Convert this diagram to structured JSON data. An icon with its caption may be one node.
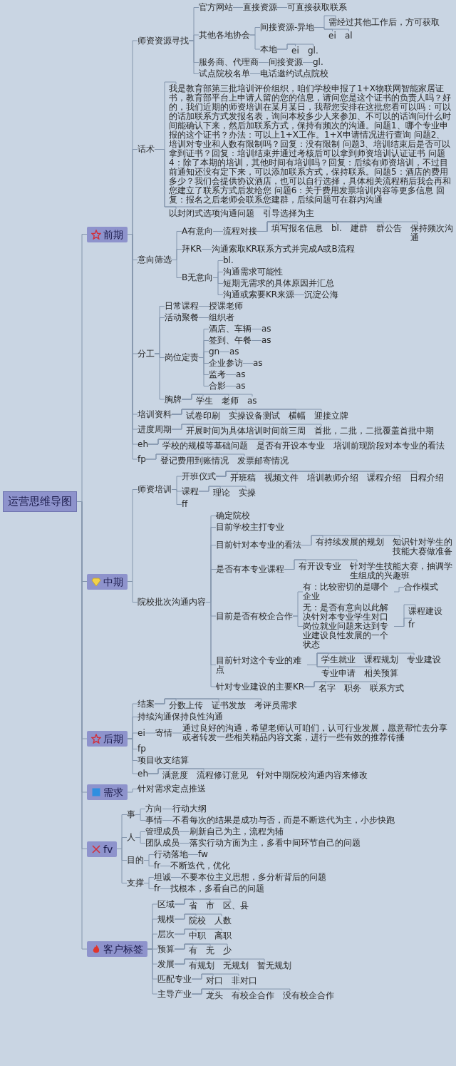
{
  "diagram": {
    "nodes": [
      {
        "text": [
          "运营思维导图"
        ]
      },
      {
        "text": [
          "前期"
        ]
      },
      {
        "text": [
          "师资资源寻找"
        ]
      },
      {
        "text": [
          "官方网站"
        ]
      },
      {
        "text": [
          "直接资源"
        ]
      },
      {
        "text": [
          "可直接获取联系"
        ]
      },
      {
        "text": [
          "其他各地协会"
        ]
      },
      {
        "text": [
          "间接资源-异地"
        ]
      },
      {
        "text": [
          "需经过其他工作后，方可获取"
        ]
      },
      {
        "text": [
          "ei"
        ]
      },
      {
        "text": [
          "al"
        ]
      },
      {
        "text": [
          "本地"
        ]
      },
      {
        "text": [
          "ei"
        ]
      },
      {
        "text": [
          "gl."
        ]
      },
      {
        "text": [
          "服务商、代理商"
        ]
      },
      {
        "text": [
          "间接资源"
        ]
      },
      {
        "text": [
          "gl."
        ]
      },
      {
        "text": [
          "试点院校名单"
        ]
      },
      {
        "text": [
          "电话邀约试点院校"
        ]
      },
      {
        "text": [
          "话术"
        ]
      },
      {
        "text": [
          "我是教育部第三批培训评价组织，咱们学校申报了1+X物联网智能家居证书，教育部平台上申请人留的您的信息，请问您是这个证书的负责人吗？好的，我们近期的师资培训在某月某日，我帮您安排在这批您看可以吗：可以的话加联系方式发报名表，询问本校多少人来参加、不可以的话询问什么时间能确认下来，然后加联系方式，保持有频次的沟通。问题1、哪个专业申报的这个证书？办法：可以上1+X工作。1+X申请情况进行查询 问题2、培训对专业和人数有限制吗？回复：没有限制 问题3、培训结束后是否可以拿到证书？回复：培训结束并通过考核后可以拿到师资培训认证证书 问题4：除了本期的培训，其他时间有培训吗？回复：后续有师资培训，不过目前通知还没有定下来，可以添加联系方式，保持联系。问题5：酒店的费用多少？我们会提供协议酒店，也可以自行选择，具体相关流程稍后我会再和您建立了联系方式后发给您 问题6：关于费用发票培训内容等更多信息 回复：报名之后老师会联系您建群，后续问题可在群内沟通"
        ]
      },
      {
        "text": [
          "以封闭式选项沟通问题"
        ]
      },
      {
        "text": [
          "引导选择为主"
        ]
      },
      {
        "text": [
          "意向筛选"
        ]
      },
      {
        "text": [
          "A有意向"
        ]
      },
      {
        "text": [
          "流程对接"
        ]
      },
      {
        "text": [
          "填写报名信息"
        ]
      },
      {
        "text": [
          "bl."
        ]
      },
      {
        "text": [
          "建群"
        ]
      },
      {
        "text": [
          "群公告"
        ]
      },
      {
        "text": [
          "保持频次沟通"
        ]
      },
      {
        "text": [
          "拜KR"
        ]
      },
      {
        "text": [
          "沟通索取KR联系方式并完成A或B流程"
        ]
      },
      {
        "text": [
          "B无意向"
        ]
      },
      {
        "text": [
          "bl."
        ]
      },
      {
        "text": [
          "沟通需求可能性"
        ]
      },
      {
        "text": [
          "短期无需求的具体原因并汇总"
        ]
      },
      {
        "text": [
          "沟通或索要KR来源"
        ]
      },
      {
        "text": [
          "沉淀公海"
        ]
      },
      {
        "text": [
          "分工"
        ]
      },
      {
        "text": [
          "日常课程"
        ]
      },
      {
        "text": [
          "授课老师"
        ]
      },
      {
        "text": [
          "活动聚餐"
        ]
      },
      {
        "text": [
          "组织者"
        ]
      },
      {
        "text": [
          "岗位定责"
        ]
      },
      {
        "text": [
          "酒店、车辆"
        ]
      },
      {
        "text": [
          "as"
        ]
      },
      {
        "text": [
          "签到、午餐"
        ]
      },
      {
        "text": [
          "as"
        ]
      },
      {
        "text": [
          "gn"
        ]
      },
      {
        "text": [
          "as"
        ]
      },
      {
        "text": [
          "企业参访"
        ]
      },
      {
        "text": [
          "as"
        ]
      },
      {
        "text": [
          "监考"
        ]
      },
      {
        "text": [
          "as"
        ]
      },
      {
        "text": [
          "合影"
        ]
      },
      {
        "text": [
          "as"
        ]
      },
      {
        "text": [
          "胸牌"
        ]
      },
      {
        "text": [
          "学生"
        ]
      },
      {
        "text": [
          "老师"
        ]
      },
      {
        "text": [
          "as"
        ]
      },
      {
        "text": [
          "培训资料"
        ]
      },
      {
        "text": [
          "试卷印刷"
        ]
      },
      {
        "text": [
          "实操设备测试"
        ]
      },
      {
        "text": [
          "横幅"
        ]
      },
      {
        "text": [
          "迎接立牌"
        ]
      },
      {
        "text": [
          "进度周期"
        ]
      },
      {
        "text": [
          "开展时间为具体培训时间前三周"
        ]
      },
      {
        "text": [
          "首批，二批，二批覆盖首批中期"
        ]
      },
      {
        "text": [
          "eh"
        ]
      },
      {
        "text": [
          "学校的规模等基础问题"
        ]
      },
      {
        "text": [
          "是否有开设本专业"
        ]
      },
      {
        "text": [
          "培训前现阶段对本专业的看法"
        ]
      },
      {
        "text": [
          "fp"
        ]
      },
      {
        "text": [
          "登记费用到账情况"
        ]
      },
      {
        "text": [
          "发票邮寄情况"
        ]
      },
      {
        "text": [
          "中期"
        ]
      },
      {
        "text": [
          "师资培训"
        ]
      },
      {
        "text": [
          "开班仪式"
        ]
      },
      {
        "text": [
          "开班稿"
        ]
      },
      {
        "text": [
          "视频文件"
        ]
      },
      {
        "text": [
          "培训教师介绍"
        ]
      },
      {
        "text": [
          "课程介绍"
        ]
      },
      {
        "text": [
          "日程介绍"
        ]
      },
      {
        "text": [
          "课程"
        ]
      },
      {
        "text": [
          "理论"
        ]
      },
      {
        "text": [
          "实操"
        ]
      },
      {
        "text": [
          "ff"
        ]
      },
      {
        "text": [
          "院校批次沟通内容"
        ]
      },
      {
        "text": [
          "确定院校"
        ]
      },
      {
        "text": [
          "目前学校主打专业"
        ]
      },
      {
        "text": [
          "目前针对本专业的看法"
        ]
      },
      {
        "text": [
          "有持续发展的规划"
        ]
      },
      {
        "text": [
          "知识针对学生的技能大赛做准备"
        ]
      },
      {
        "text": [
          "是否有本专业课程"
        ]
      },
      {
        "text": [
          "有开设专业"
        ]
      },
      {
        "text": [
          "针对学生技能大赛，抽调学生组成的兴趣班"
        ]
      },
      {
        "text": [
          "目前是否有校企合作"
        ]
      },
      {
        "text": [
          "有：比较密切的是哪个企业"
        ]
      },
      {
        "text": [
          "合作模式"
        ]
      },
      {
        "text": [
          "无：是否有意向以此解决针对本专业学生对口岗位就业问题来达到专业建设良性发展的一个状态"
        ]
      },
      {
        "text": [
          "课程建设"
        ]
      },
      {
        "text": [
          "fr"
        ]
      },
      {
        "text": [
          "目前针对这个专业的难点"
        ]
      },
      {
        "text": [
          "学生就业"
        ]
      },
      {
        "text": [
          "课程规划"
        ]
      },
      {
        "text": [
          "专业建设"
        ]
      },
      {
        "text": [
          "专业申请"
        ]
      },
      {
        "text": [
          "相关预算"
        ]
      },
      {
        "text": [
          "针对专业建设的主要KR"
        ]
      },
      {
        "text": [
          "名字"
        ]
      },
      {
        "text": [
          "职务"
        ]
      },
      {
        "text": [
          "联系方式"
        ]
      },
      {
        "text": [
          "后期"
        ]
      },
      {
        "text": [
          "结案"
        ]
      },
      {
        "text": [
          "分数上传"
        ]
      },
      {
        "text": [
          "证书发放"
        ]
      },
      {
        "text": [
          "考评员需求"
        ]
      },
      {
        "text": [
          "持续沟通保持良性沟通"
        ]
      },
      {
        "text": [
          "ei"
        ]
      },
      {
        "text": [
          "寄情"
        ]
      },
      {
        "text": [
          "通过良好的沟通，希望老师认可咱们，认可行业发展，愿意帮忙去分享或者转发一些相关精品内容文案，进行一些有效的推荐传播"
        ]
      },
      {
        "text": [
          "fp"
        ]
      },
      {
        "text": [
          "项目收支结算"
        ]
      },
      {
        "text": [
          "eh"
        ]
      },
      {
        "text": [
          "满意度"
        ]
      },
      {
        "text": [
          "流程修订意见"
        ]
      },
      {
        "text": [
          "针对中期院校沟通内容来修改"
        ]
      },
      {
        "text": [
          "需求"
        ]
      },
      {
        "text": [
          "针对需求定点推送"
        ]
      },
      {
        "text": [
          "fv"
        ]
      },
      {
        "text": [
          "事"
        ]
      },
      {
        "text": [
          "方向"
        ]
      },
      {
        "text": [
          "行动大纲"
        ]
      },
      {
        "text": [
          "事情"
        ]
      },
      {
        "text": [
          "不看每次的结果是成功与否，而是不断迭代为主，小步快跑"
        ]
      },
      {
        "text": [
          "人"
        ]
      },
      {
        "text": [
          "管理成员"
        ]
      },
      {
        "text": [
          "刷新自己为主，流程为辅"
        ]
      },
      {
        "text": [
          "团队成员"
        ]
      },
      {
        "text": [
          "落实行动方面为主，多看中间环节自己的问题"
        ]
      },
      {
        "text": [
          "目的"
        ]
      },
      {
        "text": [
          "行动落地"
        ]
      },
      {
        "text": [
          "fw"
        ]
      },
      {
        "text": [
          "fr"
        ]
      },
      {
        "text": [
          "不断迭代，优化"
        ]
      },
      {
        "text": [
          "支撑"
        ]
      },
      {
        "text": [
          "坦诚"
        ]
      },
      {
        "text": [
          "不要本位主义思想，多分析背后的问题"
        ]
      },
      {
        "text": [
          "fr"
        ]
      },
      {
        "text": [
          "找根本，多看自己的问题"
        ]
      },
      {
        "text": [
          "客户标签"
        ]
      },
      {
        "text": [
          "区域"
        ]
      },
      {
        "text": [
          "省"
        ]
      },
      {
        "text": [
          "市"
        ]
      },
      {
        "text": [
          "区、县"
        ]
      },
      {
        "text": [
          "规模"
        ]
      },
      {
        "text": [
          "院校"
        ]
      },
      {
        "text": [
          "人数"
        ]
      },
      {
        "text": [
          "层次"
        ]
      },
      {
        "text": [
          "中职"
        ]
      },
      {
        "text": [
          "高职"
        ]
      },
      {
        "text": [
          "预算"
        ]
      },
      {
        "text": [
          "有"
        ]
      },
      {
        "text": [
          "无"
        ]
      },
      {
        "text": [
          "少"
        ]
      },
      {
        "text": [
          "发展"
        ]
      },
      {
        "text": [
          "有规划"
        ]
      },
      {
        "text": [
          "无规划"
        ]
      },
      {
        "text": [
          "暂无规划"
        ]
      },
      {
        "text": [
          "匹配专业"
        ]
      },
      {
        "text": [
          "对口"
        ]
      },
      {
        "text": [
          "非对口"
        ]
      },
      {
        "text": [
          "主导产业"
        ]
      },
      {
        "text": [
          "龙头"
        ]
      },
      {
        "text": [
          "有校企合作"
        ]
      },
      {
        "text": [
          "没有校企合作"
        ]
      }
    ],
    "edges": [
      {
        "from": 0,
        "to": 1,
        "arrow": "none"
      },
      {
        "from": 1,
        "to": 2,
        "arrow": "none"
      },
      {
        "from": 2,
        "to": 3,
        "arrow": "none"
      },
      {
        "from": 3,
        "to": 4,
        "arrow": "none"
      },
      {
        "from": 4,
        "to": 5,
        "arrow": "none"
      },
      {
        "from": 2,
        "to": 6,
        "arrow": "none"
      },
      {
        "from": 6,
        "to": 7,
        "arrow": "none"
      },
      {
        "from": 7,
        "to": 8,
        "arrow": "none"
      },
      {
        "from": 7,
        "to": 9,
        "arrow": "none"
      },
      {
        "from": 7,
        "to": 10,
        "arrow": "none"
      },
      {
        "from": 6,
        "to": 11,
        "arrow": "none"
      },
      {
        "from": 11,
        "to": 12,
        "arrow": "none"
      },
      {
        "from": 11,
        "to": 13,
        "arrow": "none"
      },
      {
        "from": 2,
        "to": 14,
        "arrow": "none"
      },
      {
        "from": 14,
        "to": 15,
        "arrow": "none"
      },
      {
        "from": 15,
        "to": 16,
        "arrow": "none"
      },
      {
        "from": 2,
        "to": 17,
        "arrow": "none"
      },
      {
        "from": 17,
        "to": 18,
        "arrow": "none"
      },
      {
        "from": 1,
        "to": 19,
        "arrow": "none"
      },
      {
        "from": 19,
        "to": 20,
        "arrow": "none"
      },
      {
        "from": 19,
        "to": 21,
        "arrow": "none"
      },
      {
        "from": 19,
        "to": 22,
        "arrow": "none"
      },
      {
        "from": 1,
        "to": 23,
        "arrow": "none"
      },
      {
        "from": 23,
        "to": 24,
        "arrow": "none"
      },
      {
        "from": 24,
        "to": 25,
        "arrow": "none"
      },
      {
        "from": 25,
        "to": 26,
        "arrow": "none"
      },
      {
        "from": 25,
        "to": 27,
        "arrow": "none"
      },
      {
        "from": 25,
        "to": 28,
        "arrow": "none"
      },
      {
        "from": 25,
        "to": 29,
        "arrow": "none"
      },
      {
        "from": 25,
        "to": 30,
        "arrow": "none"
      },
      {
        "from": 23,
        "to": 31,
        "arrow": "none"
      },
      {
        "from": 31,
        "to": 32,
        "arrow": "none"
      },
      {
        "from": 23,
        "to": 33,
        "arrow": "none"
      },
      {
        "from": 33,
        "to": 34,
        "arrow": "none"
      },
      {
        "from": 33,
        "to": 35,
        "arrow": "none"
      },
      {
        "from": 33,
        "to": 36,
        "arrow": "none"
      },
      {
        "from": 33,
        "to": 37,
        "arrow": "none"
      },
      {
        "from": 37,
        "to": 38,
        "arrow": "none"
      },
      {
        "from": 1,
        "to": 39,
        "arrow": "none"
      },
      {
        "from": 39,
        "to": 40,
        "arrow": "none"
      },
      {
        "from": 40,
        "to": 41,
        "arrow": "none"
      },
      {
        "from": 39,
        "to": 42,
        "arrow": "none"
      },
      {
        "from": 42,
        "to": 43,
        "arrow": "none"
      },
      {
        "from": 39,
        "to": 44,
        "arrow": "none"
      },
      {
        "from": 44,
        "to": 45,
        "arrow": "none"
      },
      {
        "from": 45,
        "to": 46,
        "arrow": "none"
      },
      {
        "from": 44,
        "to": 47,
        "arrow": "none"
      },
      {
        "from": 47,
        "to": 48,
        "arrow": "none"
      },
      {
        "from": 44,
        "to": 49,
        "arrow": "none"
      },
      {
        "from": 49,
        "to": 50,
        "arrow": "none"
      },
      {
        "from": 44,
        "to": 51,
        "arrow": "none"
      },
      {
        "from": 51,
        "to": 52,
        "arrow": "none"
      },
      {
        "from": 44,
        "to": 53,
        "arrow": "none"
      },
      {
        "from": 53,
        "to": 54,
        "arrow": "none"
      },
      {
        "from": 44,
        "to": 55,
        "arrow": "none"
      },
      {
        "from": 55,
        "to": 56,
        "arrow": "none"
      },
      {
        "from": 39,
        "to": 57,
        "arrow": "none"
      },
      {
        "from": 57,
        "to": 58,
        "arrow": "none"
      },
      {
        "from": 57,
        "to": 59,
        "arrow": "none"
      },
      {
        "from": 57,
        "to": 60,
        "arrow": "none"
      },
      {
        "from": 1,
        "to": 61,
        "arrow": "none"
      },
      {
        "from": 61,
        "to": 62,
        "arrow": "none"
      },
      {
        "from": 61,
        "to": 63,
        "arrow": "none"
      },
      {
        "from": 61,
        "to": 64,
        "arrow": "none"
      },
      {
        "from": 61,
        "to": 65,
        "arrow": "none"
      },
      {
        "from": 1,
        "to": 66,
        "arrow": "none"
      },
      {
        "from": 66,
        "to": 67,
        "arrow": "none"
      },
      {
        "from": 66,
        "to": 68,
        "arrow": "none"
      },
      {
        "from": 1,
        "to": 69,
        "arrow": "none"
      },
      {
        "from": 69,
        "to": 70,
        "arrow": "none"
      },
      {
        "from": 69,
        "to": 71,
        "arrow": "none"
      },
      {
        "from": 69,
        "to": 72,
        "arrow": "none"
      },
      {
        "from": 1,
        "to": 73,
        "arrow": "none"
      },
      {
        "from": 73,
        "to": 74,
        "arrow": "none"
      },
      {
        "from": 73,
        "to": 75,
        "arrow": "none"
      },
      {
        "from": 0,
        "to": 76,
        "arrow": "none"
      },
      {
        "from": 76,
        "to": 77,
        "arrow": "none"
      },
      {
        "from": 77,
        "to": 78,
        "arrow": "none"
      },
      {
        "from": 78,
        "to": 79,
        "arrow": "none"
      },
      {
        "from": 78,
        "to": 80,
        "arrow": "none"
      },
      {
        "from": 78,
        "to": 81,
        "arrow": "none"
      },
      {
        "from": 78,
        "to": 82,
        "arrow": "none"
      },
      {
        "from": 78,
        "to": 83,
        "arrow": "none"
      },
      {
        "from": 77,
        "to": 84,
        "arrow": "none"
      },
      {
        "from": 84,
        "to": 85,
        "arrow": "none"
      },
      {
        "from": 84,
        "to": 86,
        "arrow": "none"
      },
      {
        "from": 77,
        "to": 87,
        "arrow": "none"
      },
      {
        "from": 76,
        "to": 88,
        "arrow": "none"
      },
      {
        "from": 88,
        "to": 89,
        "arrow": "none"
      },
      {
        "from": 88,
        "to": 90,
        "arrow": "none"
      },
      {
        "from": 88,
        "to": 91,
        "arrow": "none"
      },
      {
        "from": 91,
        "to": 92,
        "arrow": "none"
      },
      {
        "from": 91,
        "to": 93,
        "arrow": "none"
      },
      {
        "from": 88,
        "to": 94,
        "arrow": "none"
      },
      {
        "from": 94,
        "to": 95,
        "arrow": "none"
      },
      {
        "from": 94,
        "to": 96,
        "arrow": "none"
      },
      {
        "from": 88,
        "to": 97,
        "arrow": "none"
      },
      {
        "from": 97,
        "to": 98,
        "arrow": "none"
      },
      {
        "from": 98,
        "to": 99,
        "arrow": "none"
      },
      {
        "from": 97,
        "to": 100,
        "arrow": "none"
      },
      {
        "from": 100,
        "to": 101,
        "arrow": "none"
      },
      {
        "from": 100,
        "to": 102,
        "arrow": "none"
      },
      {
        "from": 88,
        "to": 103,
        "arrow": "none"
      },
      {
        "from": 103,
        "to": 104,
        "arrow": "none"
      },
      {
        "from": 103,
        "to": 105,
        "arrow": "none"
      },
      {
        "from": 103,
        "to": 106,
        "arrow": "none"
      },
      {
        "from": 103,
        "to": 107,
        "arrow": "none"
      },
      {
        "from": 103,
        "to": 108,
        "arrow": "none"
      },
      {
        "from": 88,
        "to": 109,
        "arrow": "none"
      },
      {
        "from": 109,
        "to": 110,
        "arrow": "none"
      },
      {
        "from": 109,
        "to": 111,
        "arrow": "none"
      },
      {
        "from": 109,
        "to": 112,
        "arrow": "none"
      },
      {
        "from": 0,
        "to": 113,
        "arrow": "none"
      },
      {
        "from": 113,
        "to": 114,
        "arrow": "none"
      },
      {
        "from": 114,
        "to": 115,
        "arrow": "none"
      },
      {
        "from": 114,
        "to": 116,
        "arrow": "none"
      },
      {
        "from": 114,
        "to": 117,
        "arrow": "none"
      },
      {
        "from": 113,
        "to": 118,
        "arrow": "none"
      },
      {
        "from": 113,
        "to": 119,
        "arrow": "none"
      },
      {
        "from": 119,
        "to": 120,
        "arrow": "none"
      },
      {
        "from": 120,
        "to": 121,
        "arrow": "none"
      },
      {
        "from": 113,
        "to": 122,
        "arrow": "none"
      },
      {
        "from": 113,
        "to": 123,
        "arrow": "none"
      },
      {
        "from": 113,
        "to": 124,
        "arrow": "none"
      },
      {
        "from": 124,
        "to": 125,
        "arrow": "none"
      },
      {
        "from": 124,
        "to": 126,
        "arrow": "none"
      },
      {
        "from": 124,
        "to": 127,
        "arrow": "none"
      },
      {
        "from": 0,
        "to": 128,
        "arrow": "none"
      },
      {
        "from": 128,
        "to": 129,
        "arrow": "none"
      },
      {
        "from": 0,
        "to": 130,
        "arrow": "none"
      },
      {
        "from": 130,
        "to": 131,
        "arrow": "none"
      },
      {
        "from": 131,
        "to": 132,
        "arrow": "none"
      },
      {
        "from": 132,
        "to": 133,
        "arrow": "none"
      },
      {
        "from": 131,
        "to": 134,
        "arrow": "none"
      },
      {
        "from": 134,
        "to": 135,
        "arrow": "none"
      },
      {
        "from": 130,
        "to": 136,
        "arrow": "none"
      },
      {
        "from": 136,
        "to": 137,
        "arrow": "none"
      },
      {
        "from": 137,
        "to": 138,
        "arrow": "none"
      },
      {
        "from": 136,
        "to": 139,
        "arrow": "none"
      },
      {
        "from": 139,
        "to": 140,
        "arrow": "none"
      },
      {
        "from": 130,
        "to": 141,
        "arrow": "none"
      },
      {
        "from": 141,
        "to": 142,
        "arrow": "none"
      },
      {
        "from": 142,
        "to": 143,
        "arrow": "none"
      },
      {
        "from": 141,
        "to": 144,
        "arrow": "none"
      },
      {
        "from": 144,
        "to": 145,
        "arrow": "none"
      },
      {
        "from": 130,
        "to": 146,
        "arrow": "none"
      },
      {
        "from": 146,
        "to": 147,
        "arrow": "none"
      },
      {
        "from": 147,
        "to": 148,
        "arrow": "none"
      },
      {
        "from": 146,
        "to": 149,
        "arrow": "none"
      },
      {
        "from": 149,
        "to": 150,
        "arrow": "none"
      },
      {
        "from": 0,
        "to": 151,
        "arrow": "none"
      },
      {
        "from": 151,
        "to": 152,
        "arrow": "none"
      },
      {
        "from": 152,
        "to": 153,
        "arrow": "none"
      },
      {
        "from": 152,
        "to": 154,
        "arrow": "none"
      },
      {
        "from": 152,
        "to": 155,
        "arrow": "none"
      },
      {
        "from": 151,
        "to": 156,
        "arrow": "none"
      },
      {
        "from": 156,
        "to": 157,
        "arrow": "none"
      },
      {
        "from": 156,
        "to": 158,
        "arrow": "none"
      },
      {
        "from": 151,
        "to": 159,
        "arrow": "none"
      },
      {
        "from": 159,
        "to": 160,
        "arrow": "none"
      },
      {
        "from": 159,
        "to": 161,
        "arrow": "none"
      },
      {
        "from": 151,
        "to": 162,
        "arrow": "none"
      },
      {
        "from": 162,
        "to": 163,
        "arrow": "none"
      },
      {
        "from": 162,
        "to": 164,
        "arrow": "none"
      },
      {
        "from": 162,
        "to": 165,
        "arrow": "none"
      },
      {
        "from": 151,
        "to": 166,
        "arrow": "none"
      },
      {
        "from": 166,
        "to": 167,
        "arrow": "none"
      },
      {
        "from": 166,
        "to": 168,
        "arrow": "none"
      },
      {
        "from": 166,
        "to": 169,
        "arrow": "none"
      },
      {
        "from": 151,
        "to": 170,
        "arrow": "none"
      },
      {
        "from": 170,
        "to": 171,
        "arrow": "none"
      },
      {
        "from": 170,
        "to": 172,
        "arrow": "none"
      },
      {
        "from": 151,
        "to": 173,
        "arrow": "none"
      },
      {
        "from": 173,
        "to": 174,
        "arrow": "none"
      },
      {
        "from": 173,
        "to": 175,
        "arrow": "none"
      },
      {
        "from": 173,
        "to": 176,
        "arrow": "none"
      }
    ]
  }
}
